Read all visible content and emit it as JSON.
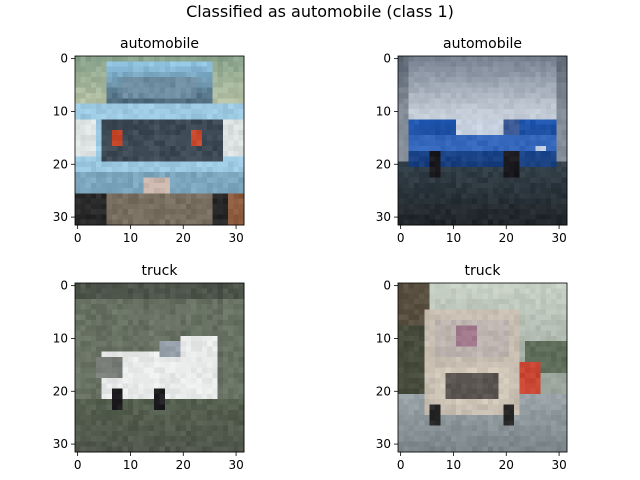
{
  "figure": {
    "title": "Classified as automobile (class 1)"
  },
  "panels": [
    {
      "title": "automobile",
      "scene": "pickup-truck-front",
      "axes": {
        "x_ticks": [
          "0",
          "10",
          "20",
          "30"
        ],
        "y_ticks": [
          "0",
          "10",
          "20",
          "30"
        ],
        "xlim": [
          -0.5,
          31.5
        ],
        "ylim": [
          31.5,
          -0.5
        ]
      },
      "colors": {
        "sky": "#8aa38c",
        "body": "#8fc3e0",
        "grille": "#3d4a55",
        "lights": "#c8492b"
      }
    },
    {
      "title": "automobile",
      "scene": "blue-sedan",
      "axes": {
        "x_ticks": [
          "0",
          "10",
          "20",
          "30"
        ],
        "y_ticks": [
          "0",
          "10",
          "20",
          "30"
        ],
        "xlim": [
          -0.5,
          31.5
        ],
        "ylim": [
          31.5,
          -0.5
        ]
      },
      "colors": {
        "sky": "#c3ccd6",
        "body": "#2057b0",
        "ground": "#34414a"
      }
    },
    {
      "title": "truck",
      "scene": "white-truck-side",
      "axes": {
        "x_ticks": [
          "0",
          "10",
          "20",
          "30"
        ],
        "y_ticks": [
          "0",
          "10",
          "20",
          "30"
        ],
        "xlim": [
          -0.5,
          31.5
        ],
        "ylim": [
          31.5,
          -0.5
        ]
      },
      "colors": {
        "background": "#6a7565",
        "body": "#e8eaea",
        "ground": "#55604f"
      }
    },
    {
      "title": "truck",
      "scene": "box-truck-front",
      "axes": {
        "x_ticks": [
          "0",
          "10",
          "20",
          "30"
        ],
        "y_ticks": [
          "0",
          "10",
          "20",
          "30"
        ],
        "xlim": [
          -0.5,
          31.5
        ],
        "ylim": [
          31.5,
          -0.5
        ]
      },
      "colors": {
        "sky": "#c7d0c4",
        "body": "#c7bdb0",
        "road": "#9aa3a8"
      }
    }
  ]
}
